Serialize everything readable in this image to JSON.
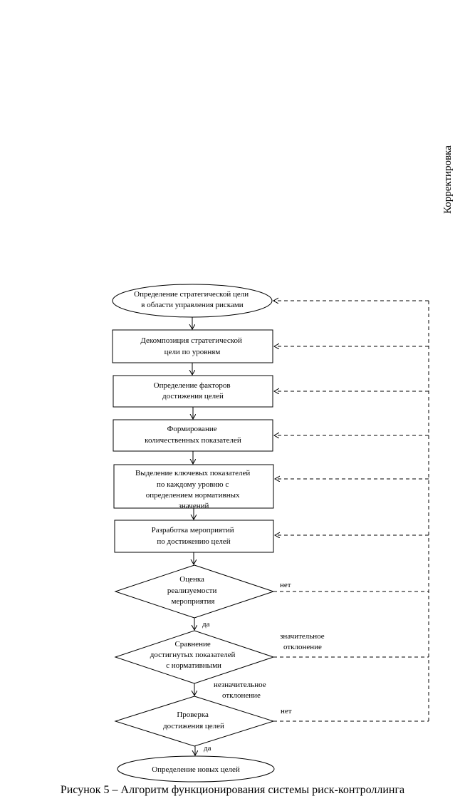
{
  "diagram": {
    "side_label": "Корректировка",
    "nodes": {
      "start": [
        "Определение стратегической цели",
        "в области управления рисками"
      ],
      "step1": [
        "Декомпозиция стратегической",
        "цели по уровням"
      ],
      "step2": [
        "Определение факторов",
        "достижения целей"
      ],
      "step3": [
        "Формирование",
        "количественных показателей"
      ],
      "step4": [
        "Выделение ключевых показателей",
        "по каждому уровню с",
        "определением нормативных",
        "значений"
      ],
      "step5": [
        "Разработка мероприятий",
        "по достижению целей"
      ],
      "dec1": [
        "Оценка",
        "реализуемости",
        "мероприятия"
      ],
      "dec2": [
        "Сравнение",
        "достигнутых показателей",
        "с нормативными"
      ],
      "dec3": [
        "Проверка",
        "достижения целей"
      ],
      "end": [
        "Определение новых целей"
      ]
    },
    "edge_labels": {
      "dec1_no": "нет",
      "dec1_yes": "да",
      "dec2_significant": [
        "значительное",
        "отклонение"
      ],
      "dec2_insignificant": [
        "незначительное",
        "отклонение"
      ],
      "dec3_no": "нет",
      "dec3_yes": "да"
    }
  },
  "caption": "Рисунок 5 – Алгоритм функционирования системы риск-контроллинга"
}
